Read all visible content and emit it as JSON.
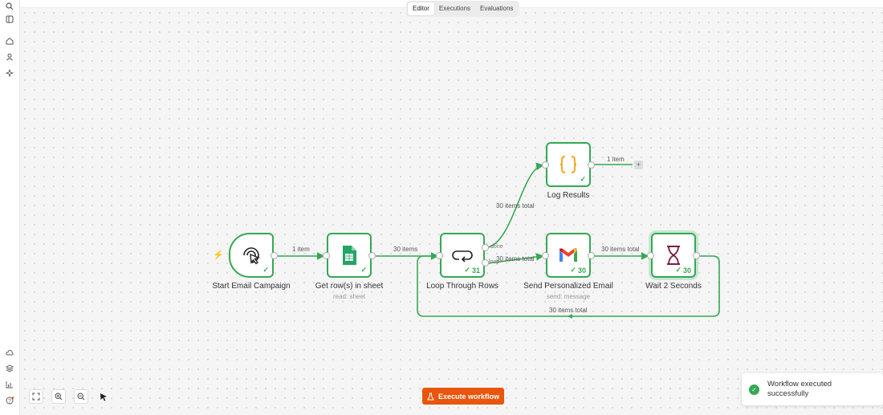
{
  "tabs": [
    {
      "label": "Editor",
      "active": true
    },
    {
      "label": "Executions",
      "active": false
    },
    {
      "label": "Evaluations",
      "active": false
    }
  ],
  "sidebar": {
    "top_icons": [
      "search-icon",
      "panel-icon",
      "home-icon",
      "user-icon",
      "sparkle-icon"
    ],
    "bottom_icons": [
      "cloud-icon",
      "layers-icon",
      "chart-icon",
      "help-icon"
    ]
  },
  "nodes": {
    "trigger": {
      "label": "Start Email Campaign"
    },
    "sheet": {
      "label": "Get row(s) in sheet",
      "subtitle": "read: sheet"
    },
    "loop": {
      "label": "Loop Through Rows",
      "count": "31"
    },
    "log": {
      "label": "Log Results"
    },
    "gmail": {
      "label": "Send Personalized Email",
      "subtitle": "send: message",
      "count": "30"
    },
    "wait": {
      "label": "Wait 2 Seconds",
      "count": "30"
    }
  },
  "edges": {
    "trigger_sheet": "1 item",
    "sheet_loop": "30 items",
    "loop_done_log": "30 items total",
    "log_out": "1 item",
    "loop_loop_gmail": "30 items total",
    "gmail_wait": "30 items total",
    "wait_back": "30 items total",
    "done_port": "done",
    "loop_port": "loop"
  },
  "execute_button": {
    "label": "Execute workflow"
  },
  "toast": {
    "message": "Workflow executed successfully"
  },
  "colors": {
    "accent": "#e8550c",
    "success": "#35a853",
    "sheets_green": "#23a566",
    "log_orange": "#f59e0b",
    "wait_purple": "#7a1f45"
  }
}
